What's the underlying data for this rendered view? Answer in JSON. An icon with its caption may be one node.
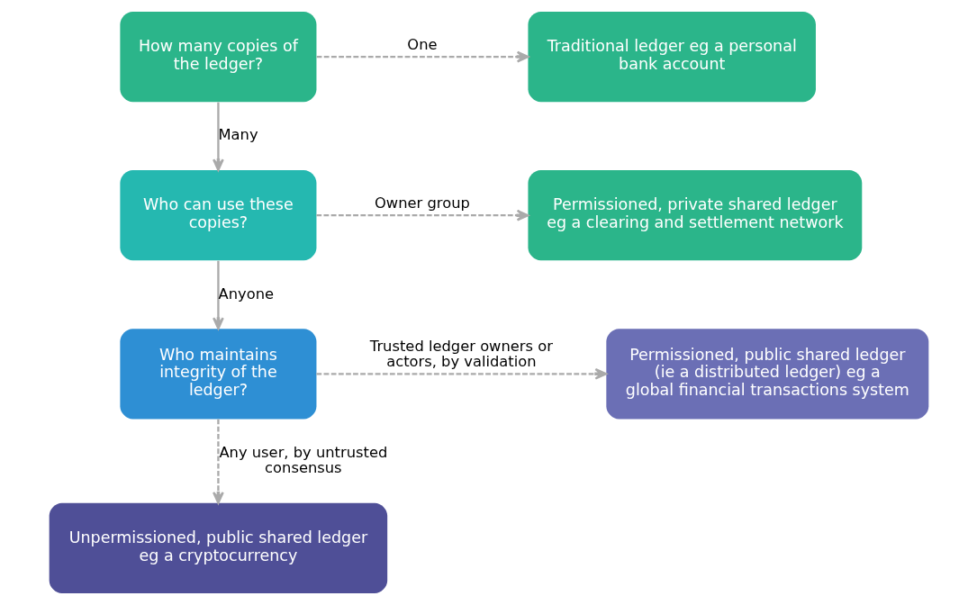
{
  "diagram": {
    "nodes": [
      {
        "text": [
          "How many copies of the ledger?"
        ]
      },
      {
        "text": [
          "Traditional ledger eg a personal bank account"
        ]
      },
      {
        "text": [
          "Who can use these copies?"
        ]
      },
      {
        "text": [
          "Permissioned, private shared ledger eg a clearing and settlement network"
        ]
      },
      {
        "text": [
          "Who maintains integrity of the ledger?"
        ]
      },
      {
        "text": [
          "Permissioned, public shared ledger (ie a distributed ledger) eg a global financial transactions system"
        ]
      },
      {
        "text": [
          "Unpermissioned, public shared ledger eg a cryptocurrency"
        ]
      }
    ],
    "edges": [
      {
        "from": 0,
        "to": 1,
        "arrow": "to",
        "label": "One",
        "style": "dashed"
      },
      {
        "from": 0,
        "to": 2,
        "arrow": "to",
        "label": "Many"
      },
      {
        "from": 2,
        "to": 3,
        "arrow": "to",
        "label": "Owner group",
        "style": "dashed"
      },
      {
        "from": 2,
        "to": 4,
        "arrow": "to",
        "label": "Anyone"
      },
      {
        "from": 4,
        "to": 5,
        "arrow": "to",
        "label": "Trusted ledger owners or actors, by validation",
        "style": "dashed"
      },
      {
        "from": 4,
        "to": 6,
        "arrow": "to",
        "label": "Any user, by untrusted consensus",
        "style": "dashed"
      }
    ]
  }
}
